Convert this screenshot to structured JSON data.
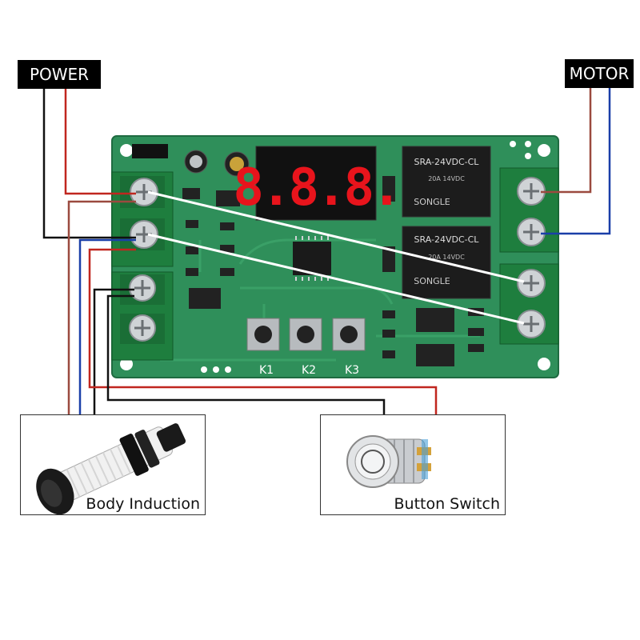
{
  "labels": {
    "power": "POWER",
    "motor": "MOTOR",
    "body_induction": "Body Induction",
    "button_switch": "Button Switch"
  },
  "board": {
    "display": "8.8.8.",
    "keys": [
      "K1",
      "K2",
      "K3"
    ],
    "relay_text": [
      "SRA-24VDC-CL",
      "SRA-24VDC-CL"
    ],
    "relay_brand": [
      "SONGLE",
      "SONGLE"
    ],
    "relay_rating": [
      "20A 14VDC",
      "20A 14VDC"
    ]
  },
  "colors": {
    "pcb": "#2f8f5a",
    "terminal": "#1e7e3e",
    "wire_red": "#c0261f",
    "wire_black": "#111111",
    "wire_blue": "#1a3fa8",
    "wire_brown": "#9b4a3f",
    "segment": "#e8141c"
  }
}
